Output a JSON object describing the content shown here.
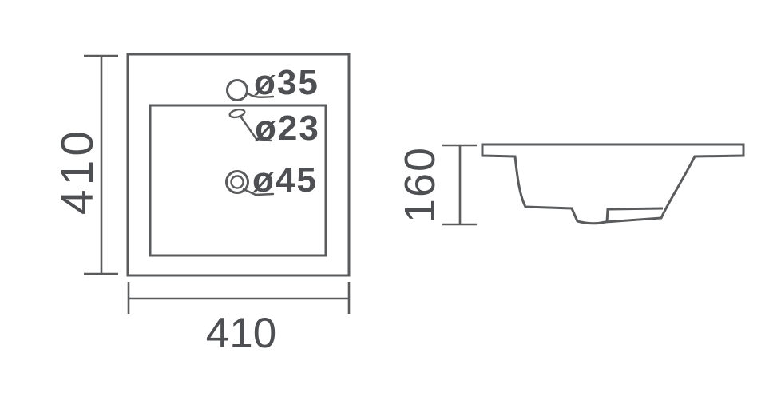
{
  "document": {
    "background_color": "#ffffff",
    "line_color": "#5a5b5d",
    "text_color": "#4e4f52"
  },
  "plan_view": {
    "width_dim": "410",
    "height_dim": "410",
    "holes": [
      {
        "name": "faucet hole",
        "label": "ø35"
      },
      {
        "name": "overflow hole",
        "label": "ø23"
      },
      {
        "name": "drain hole",
        "label": "ø45"
      }
    ]
  },
  "side_view": {
    "depth_dim": "160"
  }
}
